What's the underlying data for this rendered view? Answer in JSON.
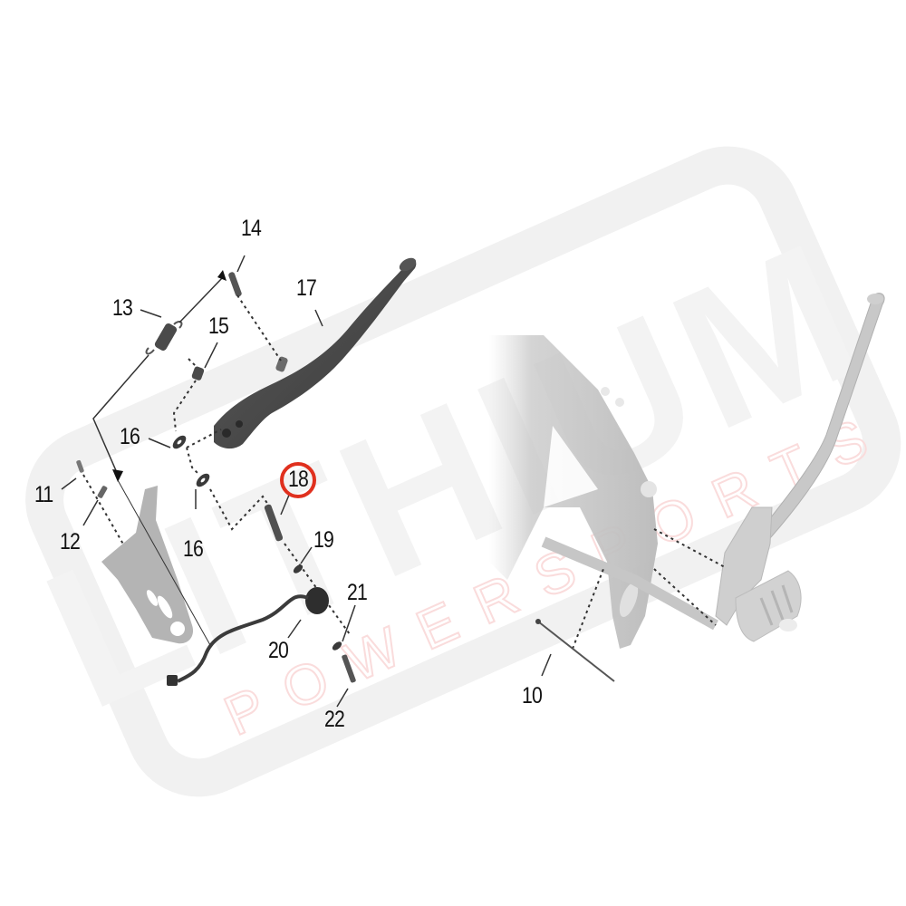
{
  "diagram": {
    "type": "exploded-parts-diagram",
    "subject": "kickstand / side stand assembly with footpeg bracket and frame",
    "watermark": {
      "main_text": "LITHIUM",
      "sub_text": "POWERSPORTS",
      "main_color": "#f2f2f2",
      "sub_color": "#fbe3e3"
    },
    "highlight": {
      "callout": "18",
      "ring_color": "#e0301e"
    },
    "callouts": [
      {
        "id": "10",
        "label": "10"
      },
      {
        "id": "11",
        "label": "11"
      },
      {
        "id": "12",
        "label": "12"
      },
      {
        "id": "13",
        "label": "13"
      },
      {
        "id": "14",
        "label": "14"
      },
      {
        "id": "15",
        "label": "15"
      },
      {
        "id": "16a",
        "label": "16"
      },
      {
        "id": "16b",
        "label": "16"
      },
      {
        "id": "17",
        "label": "17"
      },
      {
        "id": "18",
        "label": "18"
      },
      {
        "id": "19",
        "label": "19"
      },
      {
        "id": "20",
        "label": "20"
      },
      {
        "id": "21",
        "label": "21"
      },
      {
        "id": "22",
        "label": "22"
      }
    ],
    "parts": [
      {
        "callout": "10",
        "name": "long-bolt"
      },
      {
        "callout": "11",
        "name": "small-bolt"
      },
      {
        "callout": "12",
        "name": "spring-hook-pin"
      },
      {
        "callout": "13",
        "name": "return-spring"
      },
      {
        "callout": "14",
        "name": "spring-pin"
      },
      {
        "callout": "15",
        "name": "nut"
      },
      {
        "callout": "16",
        "name": "washer"
      },
      {
        "callout": "17",
        "name": "kickstand-leg"
      },
      {
        "callout": "18",
        "name": "pivot-bolt"
      },
      {
        "callout": "19",
        "name": "washer-small"
      },
      {
        "callout": "20",
        "name": "kickstand-switch-with-cable"
      },
      {
        "callout": "21",
        "name": "washer-small"
      },
      {
        "callout": "22",
        "name": "switch-screw"
      }
    ]
  }
}
